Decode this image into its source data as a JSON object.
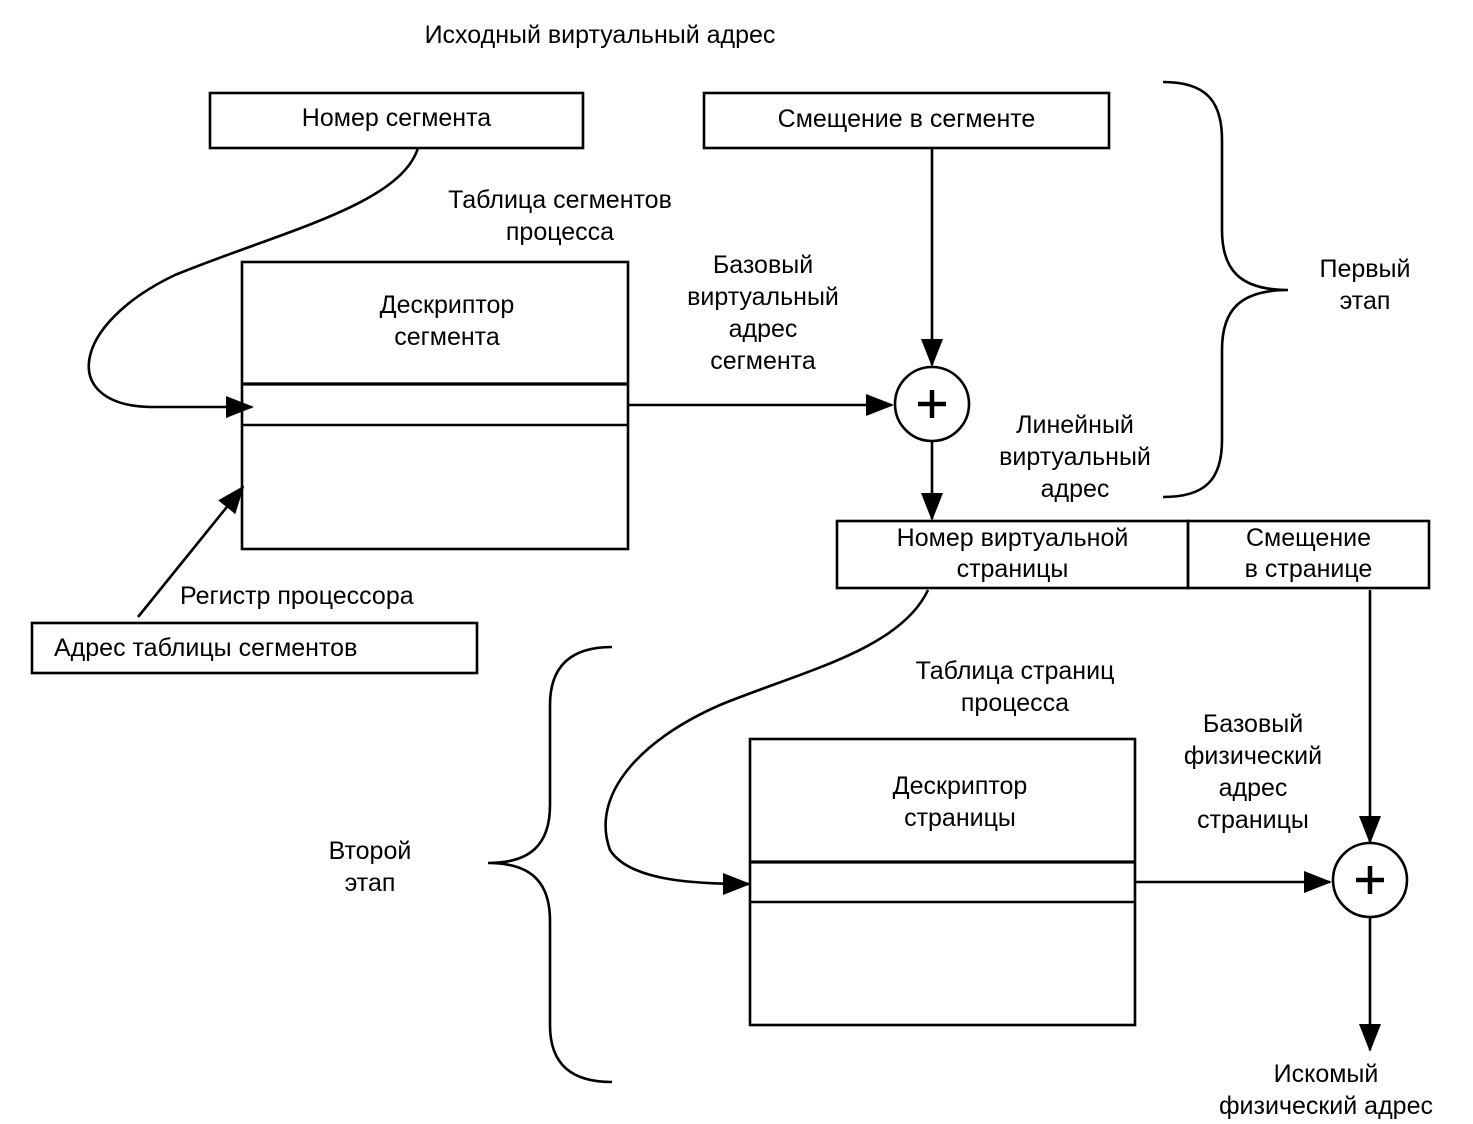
{
  "title": "Исходный виртуальный адрес",
  "boxes": {
    "segment_number": "Номер сегмента",
    "segment_offset": "Смещение в сегменте",
    "segment_table_address": "Адрес таблицы сегментов",
    "virtual_page_number": "Номер виртуальной\nстраницы",
    "page_offset": "Смещение\nв странице"
  },
  "tables": {
    "segment_table_caption": "Таблица сегментов\nпроцесса",
    "segment_descriptor": "Дескриптор\nсегмента",
    "page_table_caption": "Таблица страниц\nпроцесса",
    "page_descriptor": "Дескриптор\nстраницы"
  },
  "labels": {
    "base_virtual_address": "Базовый\nвиртуальный\nадрес\nсегмента",
    "linear_virtual_address": "Линейный\nвиртуальный\nадрес",
    "processor_register": "Регистр процессора",
    "base_physical_address": "Базовый\nфизический\nадрес\nстраницы",
    "target_physical_address": "Искомый\nфизический адрес"
  },
  "stages": {
    "first": "Первый\nэтап",
    "second": "Второй\nэтап"
  },
  "adders": {
    "symbol": "+"
  }
}
